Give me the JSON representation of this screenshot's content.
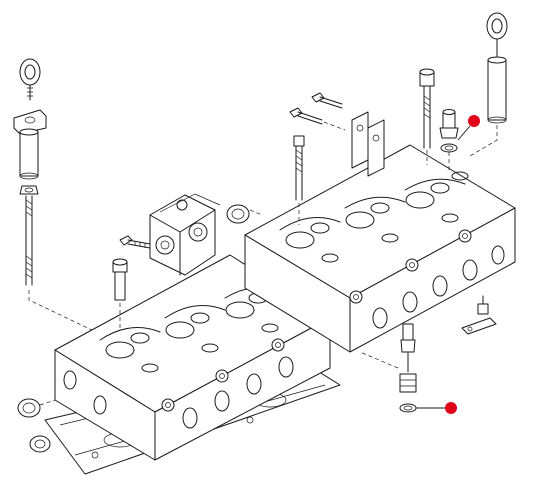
{
  "diagram": {
    "type": "exploded-parts-view",
    "marker_color": "#e0001b",
    "line_color": "#1a1a1a",
    "background": "#ffffff",
    "highlighted_parts": [
      {
        "id": "marker-upper"
      },
      {
        "id": "marker-lower"
      }
    ]
  }
}
